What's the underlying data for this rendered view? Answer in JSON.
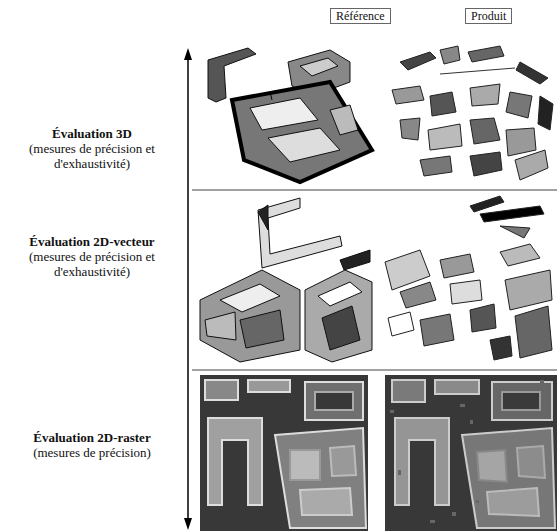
{
  "diagram": {
    "nodes": [
      {
        "text": [
          "Référence"
        ]
      },
      {
        "text": [
          "Produit"
        ]
      }
    ],
    "labels": [
      "Évaluation 3D",
      "(mesures de précision et d'exhaustivité)",
      "Évaluation 2D-vecteur",
      "(mesures de précision et d'exhaustivité)",
      "Évaluation 2D-raster",
      "(mesures de précision)"
    ]
  }
}
